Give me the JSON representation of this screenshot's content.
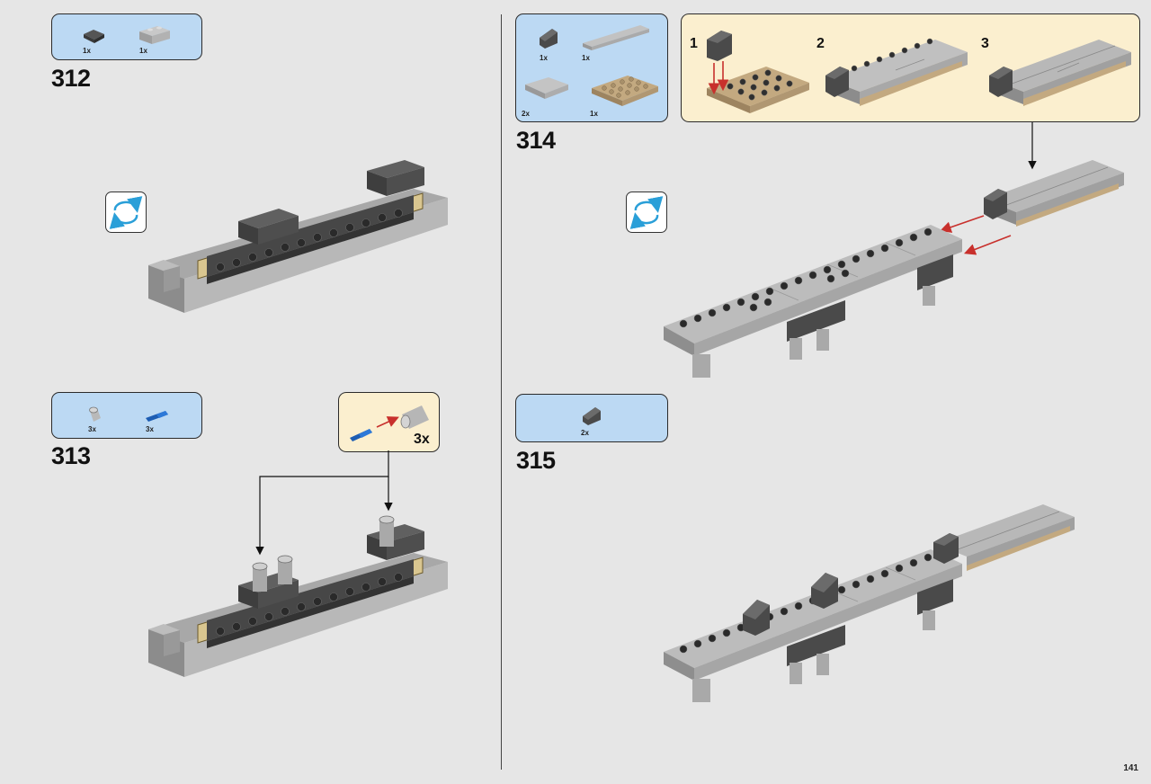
{
  "page": {
    "number": "141"
  },
  "steps": [
    {
      "number": "312",
      "parts": [
        {
          "qty": "1x",
          "icon": "dark-gray-corner-plate"
        },
        {
          "qty": "1x",
          "icon": "light-gray-brick"
        }
      ],
      "rotate_icon": "rotate-model-icon"
    },
    {
      "number": "313",
      "parts": [
        {
          "qty": "3x",
          "icon": "light-gray-pin-connector"
        },
        {
          "qty": "3x",
          "icon": "blue-technic-pin"
        }
      ],
      "sub_multiplier": "3x"
    },
    {
      "number": "314",
      "parts": [
        {
          "qty": "1x",
          "icon": "dark-gray-slope-brick"
        },
        {
          "qty": "1x",
          "icon": "light-gray-long-tile"
        },
        {
          "qty": "2x",
          "icon": "light-gray-plate-tile"
        },
        {
          "qty": "1x",
          "icon": "tan-plate"
        }
      ],
      "sub_steps": [
        "1",
        "2",
        "3"
      ],
      "rotate_icon": "rotate-model-icon"
    },
    {
      "number": "315",
      "parts": [
        {
          "qty": "2x",
          "icon": "dark-gray-slope-brick"
        }
      ]
    }
  ],
  "colors": {
    "parts_box": "#bcd9f3",
    "subassembly_box": "#fbefcf",
    "background": "#e6e6e6",
    "arrow_red": "#c8302c",
    "rotate_blue": "#2a9fd8"
  }
}
